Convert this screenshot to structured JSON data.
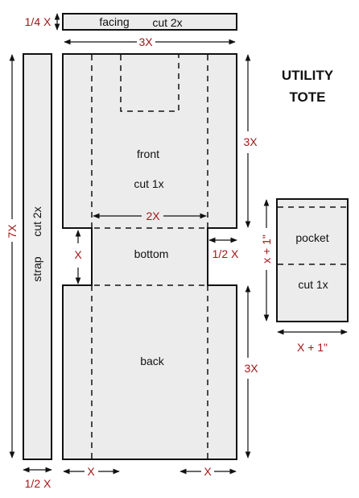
{
  "title": {
    "line1": "UTILITY",
    "line2": "TOTE"
  },
  "pieces": {
    "facing_name": "facing",
    "facing_cut": "cut 2x",
    "front_name": "front",
    "front_cut": "cut 1x",
    "bottom_name": "bottom",
    "back_name": "back",
    "strap_name": "strap",
    "strap_cut": "cut 2x",
    "pocket_name": "pocket",
    "pocket_cut": "cut 1x"
  },
  "dimensions": {
    "facing_height": "1/4 X",
    "facing_width": "3X",
    "front_height": "3X",
    "front_inner_width": "2X",
    "bottom_height": "X",
    "bottom_side": "1/2 X",
    "back_height": "3X",
    "strap_length": "7X",
    "strap_width": "1/2 X",
    "side_inset_left": "X",
    "side_inset_right": "X",
    "pocket_height": "x + 1\"",
    "pocket_width": "X + 1\""
  },
  "colors": {
    "piece_fill": "#ececec",
    "outline": "#111111",
    "dimension_text": "#a01818"
  }
}
